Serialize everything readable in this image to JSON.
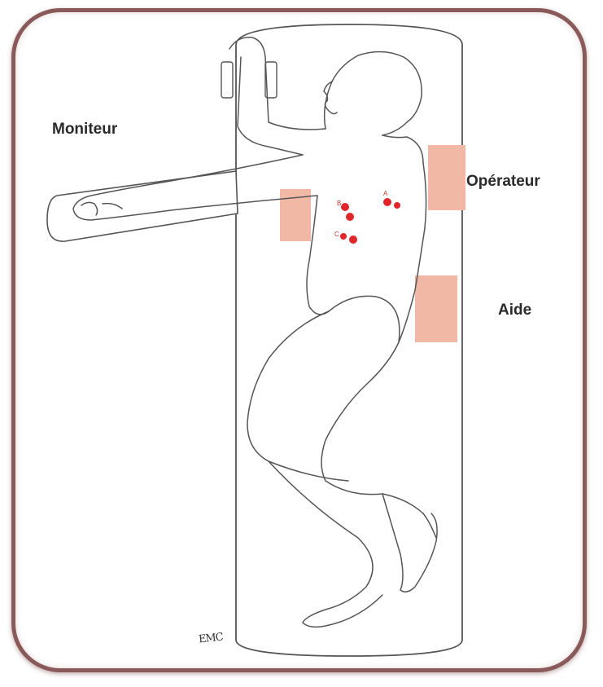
{
  "labels": {
    "monitor": "Moniteur",
    "operator": "Opérateur",
    "assistant": "Aide"
  },
  "port_labels": [
    "A",
    "B",
    "C"
  ],
  "logo": "EMC",
  "colors": {
    "frame": "#8a5a5a",
    "position_zone": "#f2b8a6",
    "port_marker": "#e0252b",
    "line": "#555555"
  }
}
